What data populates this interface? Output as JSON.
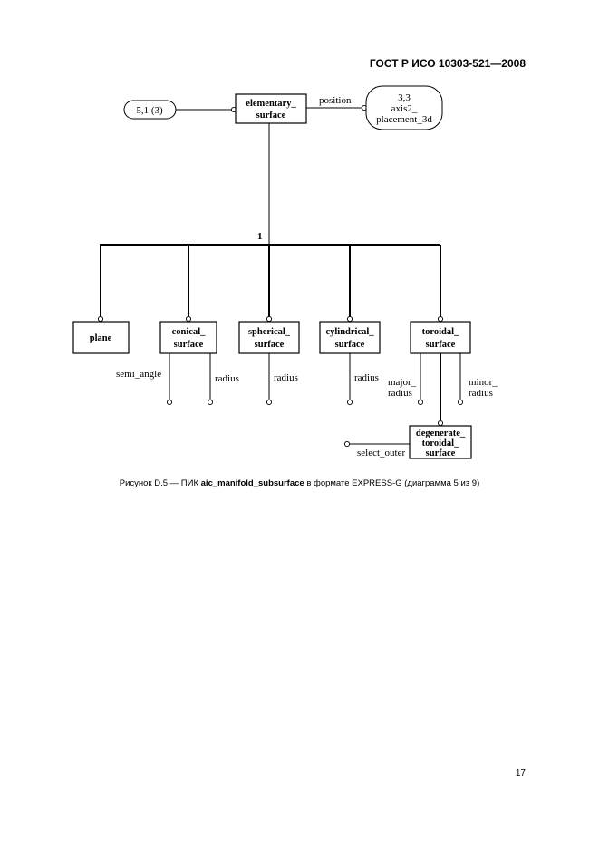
{
  "header": {
    "standard": "ГОСТ Р ИСО 10303-521—2008"
  },
  "diagram": {
    "main_entity": {
      "line1": "elementary_",
      "line2": "surface"
    },
    "page_ref_left": "5,1 (3)",
    "page_ref_right": {
      "line1": "3,3",
      "line2": "axis2_",
      "line3": "placement_3d"
    },
    "position_label": "position",
    "supertype_number": "1",
    "entities": {
      "plane": {
        "line1": "plane"
      },
      "conical": {
        "line1": "conical_",
        "line2": "surface"
      },
      "spherical": {
        "line1": "spherical_",
        "line2": "surface"
      },
      "cylindrical": {
        "line1": "cylindrical_",
        "line2": "surface"
      },
      "toroidal": {
        "line1": "toroidal_",
        "line2": "surface"
      },
      "degenerate": {
        "line1": "degenerate_",
        "line2": "toroidal_",
        "line3": "surface"
      }
    },
    "attributes": {
      "semi_angle": "semi_angle",
      "conical_radius": "radius",
      "spherical_radius": "radius",
      "cylindrical_radius": "radius",
      "major_radius_1": "major_",
      "major_radius_2": "radius",
      "minor_radius_1": "minor_",
      "minor_radius_2": "radius",
      "select_outer": "select_outer"
    }
  },
  "caption": {
    "prefix": "Рисунок D.5 — ПИК ",
    "entity": "aic_manifold_subsurface",
    "suffix": " в формате EXPRESS-G (диаграмма 5 из 9)"
  },
  "page_number": "17"
}
